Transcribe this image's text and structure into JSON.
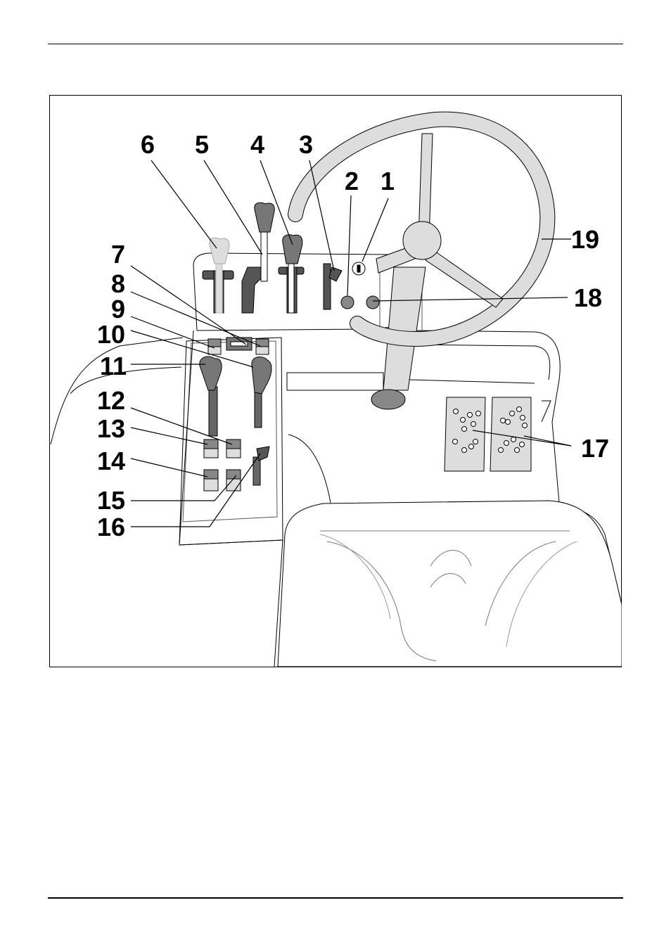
{
  "figure": {
    "callouts": [
      {
        "id": "c1",
        "text": "1"
      },
      {
        "id": "c2",
        "text": "2"
      },
      {
        "id": "c3",
        "text": "3"
      },
      {
        "id": "c4",
        "text": "4"
      },
      {
        "id": "c5",
        "text": "5"
      },
      {
        "id": "c6",
        "text": "6"
      },
      {
        "id": "c7",
        "text": "7"
      },
      {
        "id": "c8",
        "text": "8"
      },
      {
        "id": "c9",
        "text": "9"
      },
      {
        "id": "c10",
        "text": "10"
      },
      {
        "id": "c11",
        "text": "11"
      },
      {
        "id": "c12",
        "text": "12"
      },
      {
        "id": "c13",
        "text": "13"
      },
      {
        "id": "c14",
        "text": "14"
      },
      {
        "id": "c15",
        "text": "15"
      },
      {
        "id": "c16",
        "text": "16"
      },
      {
        "id": "c17",
        "text": "17"
      },
      {
        "id": "c18",
        "text": "18"
      },
      {
        "id": "c19",
        "text": "19"
      }
    ]
  }
}
